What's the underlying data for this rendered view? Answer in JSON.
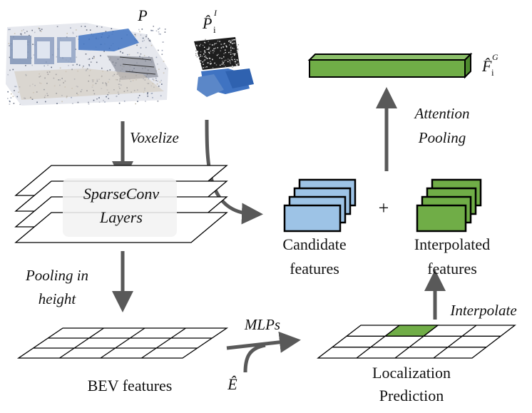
{
  "labels": {
    "scene_cloud": "P",
    "candidate_cloud_base": "P̂",
    "candidate_cloud_sub": "i",
    "candidate_cloud_sup": "I",
    "voxelize": "Voxelize",
    "sparseconv_line1": "SparseConv",
    "sparseconv_line2": "Layers",
    "pooling_line1": "Pooling in",
    "pooling_line2": "height",
    "bev_features": "BEV features",
    "mlps": "MLPs",
    "e_hat": "Ê",
    "localization_line1": "Localization",
    "localization_line2": "Prediction",
    "interpolate": "Interpolate",
    "candidate_line1": "Candidate",
    "candidate_line2": "features",
    "interpolated_line1": "Interpolated",
    "interpolated_line2": "features",
    "plus": "+",
    "attention_line1": "Attention",
    "attention_line2": "Pooling",
    "output_base": "F̂",
    "output_sub": "i",
    "output_sup": "G"
  },
  "colors": {
    "arrow": "#595959",
    "blue_feature": "#9dc3e6",
    "green_feature": "#70ad47",
    "green_dark": "#4e8a2e",
    "grid_line": "#000000"
  }
}
